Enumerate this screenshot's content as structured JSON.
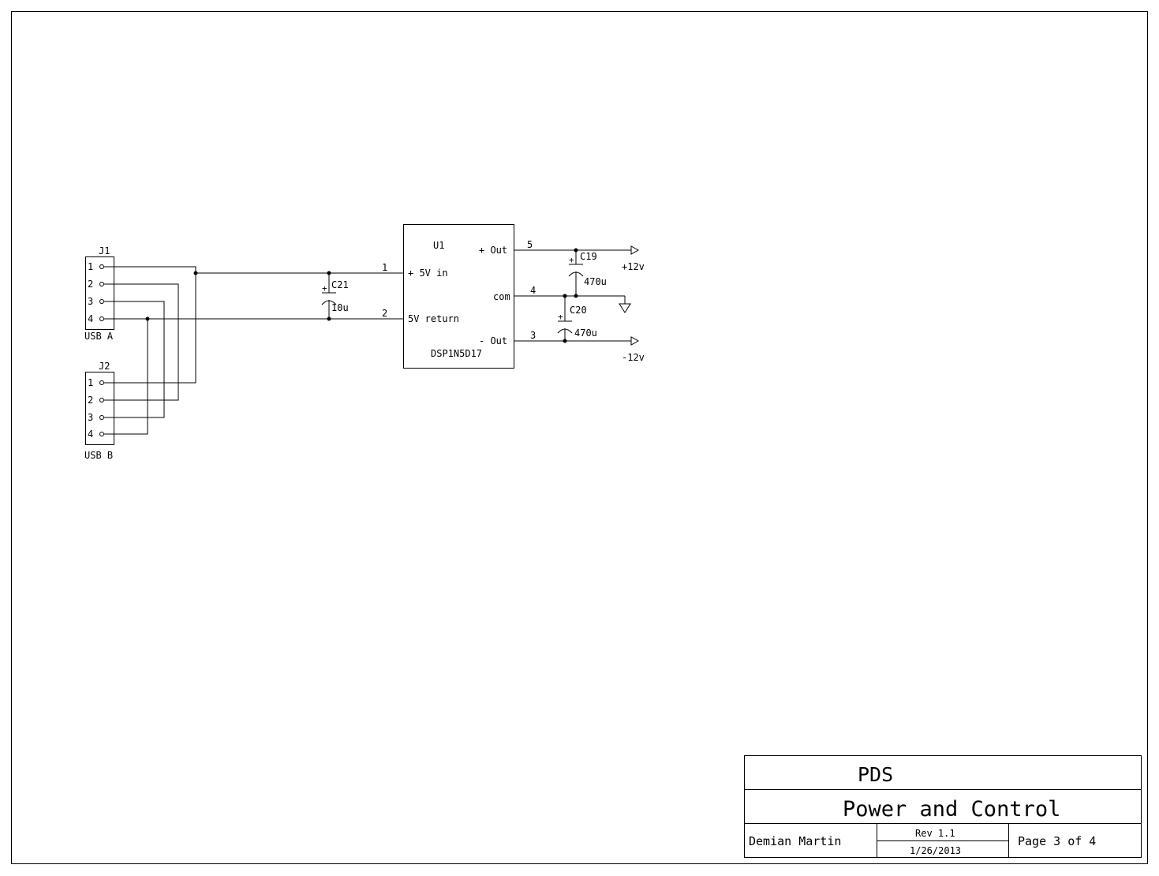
{
  "sheet": {
    "connectors": [
      {
        "ref": "J1",
        "label": "USB A",
        "pins": [
          "1",
          "2",
          "3",
          "4"
        ]
      },
      {
        "ref": "J2",
        "label": "USB B",
        "pins": [
          "1",
          "2",
          "3",
          "4"
        ]
      }
    ],
    "regulator": {
      "ref": "U1",
      "part": "DSP1N5D17",
      "pins": {
        "plus_5v_in": "+ 5V in",
        "return_5v": "5V return",
        "plus_out": "+ Out",
        "com": "com",
        "minus_out": "- Out"
      },
      "pin_numbers": {
        "in": "1",
        "ret": "2",
        "pos": "5",
        "com": "4",
        "neg": "3"
      }
    },
    "capacitors": [
      {
        "ref": "C21",
        "value": "10u"
      },
      {
        "ref": "C19",
        "value": "470u"
      },
      {
        "ref": "C20",
        "value": "470u"
      }
    ],
    "rails": {
      "positive": "+12v",
      "negative": "-12v"
    },
    "polarity_mark": "+"
  },
  "title_block": {
    "project": "PDS",
    "title": "Power and Control",
    "author": "Demian Martin",
    "revision": "Rev 1.1",
    "date": "1/26/2013",
    "page": "Page 3 of 4"
  }
}
